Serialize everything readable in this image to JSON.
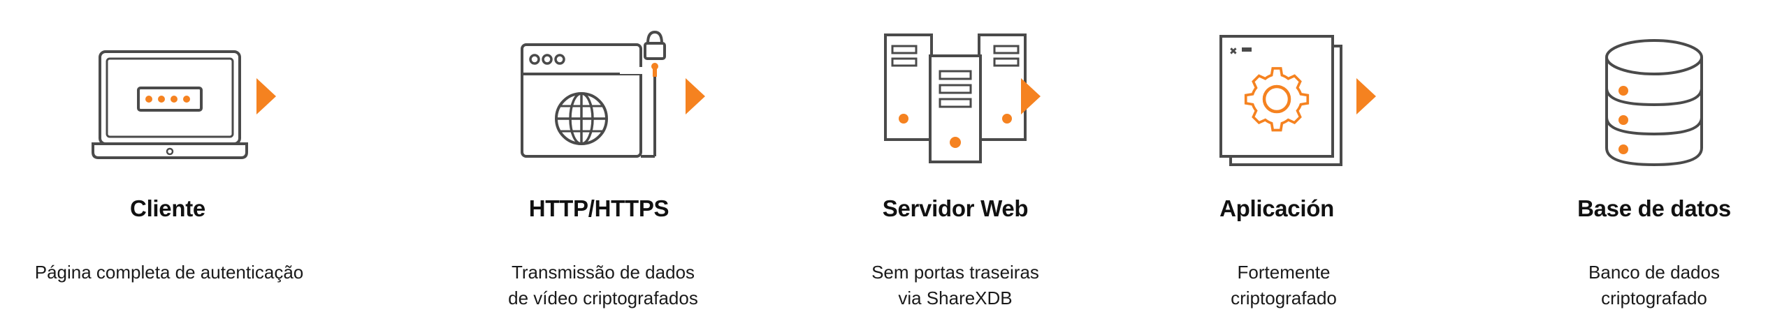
{
  "colors": {
    "stroke": "#4a4a4a",
    "accent": "#f58220",
    "text": "#111111"
  },
  "icons": [
    "laptop-password-icon",
    "browser-globe-lock-icon",
    "server-stack-icon",
    "app-window-gear-icon",
    "database-icon",
    "arrow-right-icon"
  ],
  "steps": [
    {
      "title": "Cliente",
      "desc": [
        "Página completa de autenticação"
      ]
    },
    {
      "title": "HTTP/HTTPS",
      "desc": [
        "Transmissão de dados",
        "de vídeo criptografados"
      ]
    },
    {
      "title": "Servidor Web",
      "desc": [
        "Sem portas traseiras",
        "via ShareXDB"
      ]
    },
    {
      "title": "Aplicación",
      "desc": [
        "Fortemente",
        "criptografado"
      ]
    },
    {
      "title": "Base de datos",
      "desc": [
        "Banco de dados",
        "criptografado"
      ]
    }
  ]
}
